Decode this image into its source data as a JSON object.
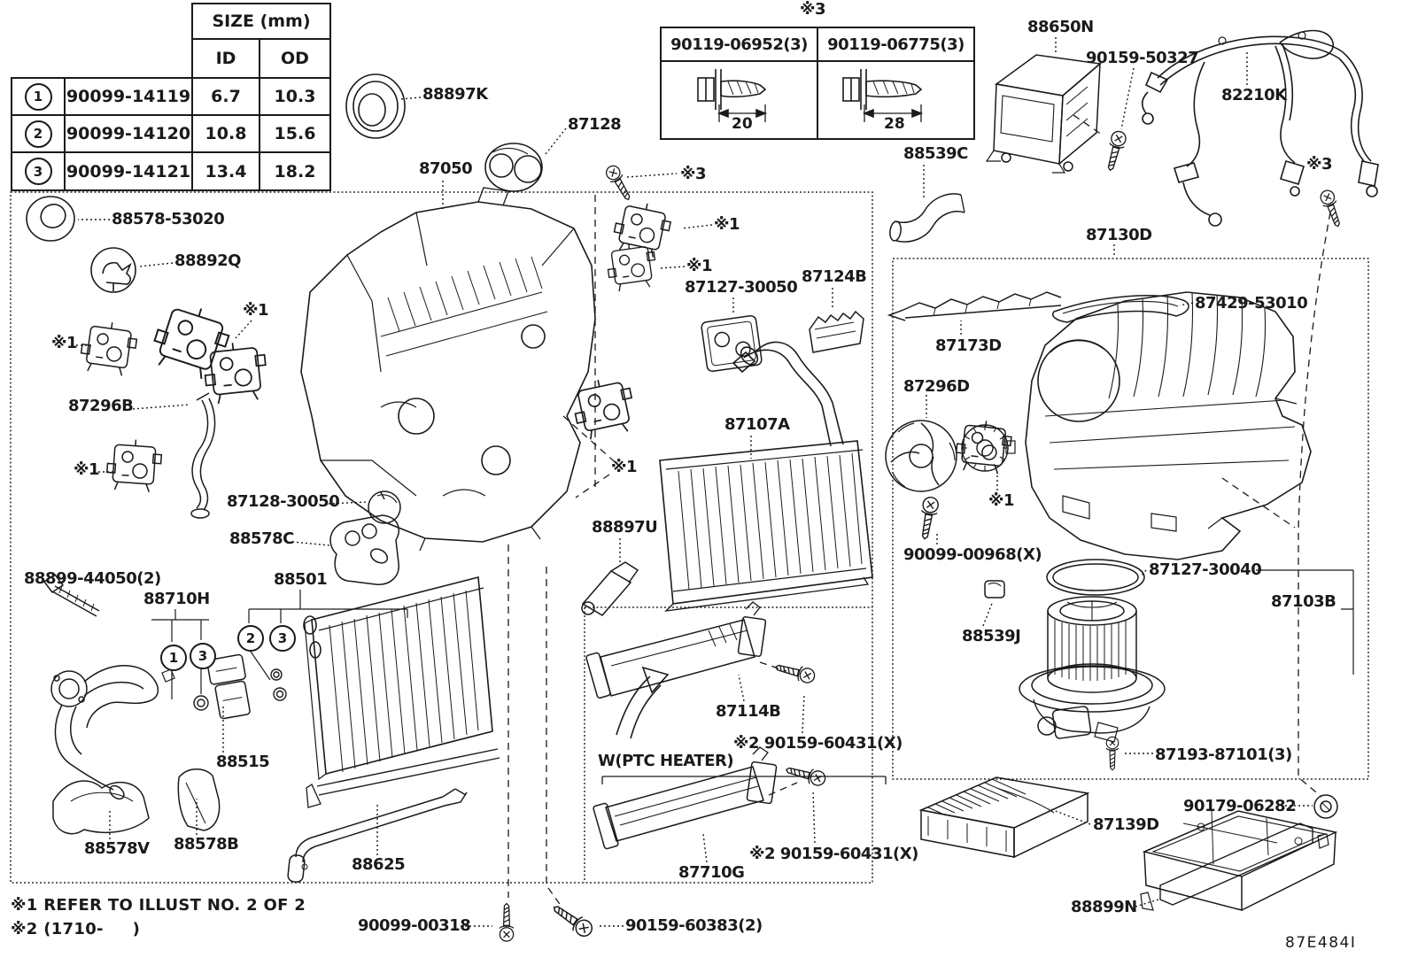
{
  "size_table": {
    "title": "SIZE (mm)",
    "id_label": "ID",
    "od_label": "OD",
    "rows": [
      {
        "num": "1",
        "part": "90099-14119",
        "id": "6.7",
        "od": "10.3"
      },
      {
        "num": "2",
        "part": "90099-14120",
        "id": "10.8",
        "od": "15.6"
      },
      {
        "num": "3",
        "part": "90099-14121",
        "id": "13.4",
        "od": "18.2"
      }
    ]
  },
  "bolt_table": {
    "ref": "※3",
    "cols": [
      {
        "part": "90119-06952(3)",
        "length": "20"
      },
      {
        "part": "90119-06775(3)",
        "length": "28"
      }
    ]
  },
  "marks": {
    "m1": "※1",
    "m3": "※3"
  },
  "callouts": {
    "c1": "1",
    "c2": "2",
    "c3": "3"
  },
  "notes": {
    "n1": "※1 REFER TO ILLUST NO. 2 OF 2",
    "n2": "※2 (1710-     )"
  },
  "code": "87E484I",
  "parts": {
    "a88897K": "88897K",
    "a87128": "87128",
    "a87050": "87050",
    "a88578_53020": "88578-53020",
    "a88892Q": "88892Q",
    "a87296B": "87296B",
    "a87128_30050": "87128-30050",
    "a88578C": "88578C",
    "a88899_44050": "88899-44050(2)",
    "a88710H": "88710H",
    "a88501": "88501",
    "a88515": "88515",
    "a88578V": "88578V",
    "a88578B": "88578B",
    "a88625": "88625",
    "a90099_00318": "90099-00318",
    "a90159_60383": "90159-60383(2)",
    "a87127_30050": "87127-30050",
    "a87124B": "87124B",
    "a87107A": "87107A",
    "a88897U": "88897U",
    "a87114B": "87114B",
    "a60431": "※2 90159-60431(X)",
    "aPTC": "W(PTC HEATER)",
    "a87710G": "87710G",
    "a88539C": "88539C",
    "a88650N": "88650N",
    "a90159_50327": "90159-50327",
    "a82210K": "82210K",
    "a87130D": "87130D",
    "a87429_53010": "87429-53010",
    "a87173D": "87173D",
    "a87296D": "87296D",
    "a90099_00968": "90099-00968(X)",
    "a88539J": "88539J",
    "a87127_30040": "87127-30040",
    "a87103B": "87103B",
    "a87193_87101": "87193-87101(3)",
    "a90179_06282": "90179-06282",
    "a87139D": "87139D",
    "a88899N": "88899N"
  }
}
